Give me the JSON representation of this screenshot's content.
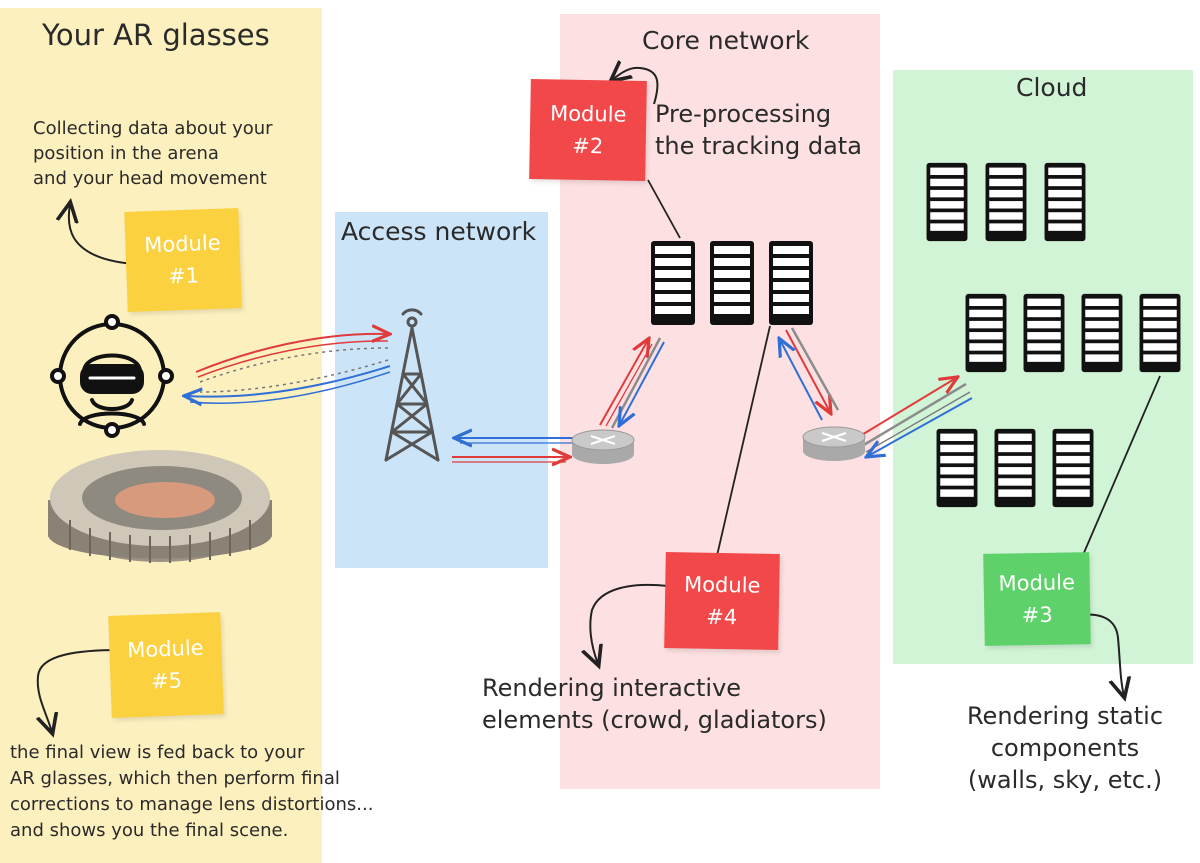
{
  "zones": {
    "ar_glasses": {
      "title": "Your AR glasses",
      "color": "#fdf0bf"
    },
    "access": {
      "title": "Access network",
      "color": "#cce4f8"
    },
    "core": {
      "title": "Core network",
      "color": "#fde0e1"
    },
    "cloud": {
      "title": "Cloud",
      "color": "#d2f4d6"
    }
  },
  "modules": {
    "m1": {
      "line1": "Module",
      "line2": "#1",
      "color": "#fcd13f"
    },
    "m2": {
      "line1": "Module",
      "line2": "#2",
      "color": "#f2484a"
    },
    "m3": {
      "line1": "Module",
      "line2": "#3",
      "color": "#5fd16b"
    },
    "m4": {
      "line1": "Module",
      "line2": "#4",
      "color": "#f2484a"
    },
    "m5": {
      "line1": "Module",
      "line2": "#5",
      "color": "#fcd13f"
    }
  },
  "notes": {
    "m1": [
      "Collecting data about your",
      "position in the arena",
      "and your head movement"
    ],
    "m2": [
      "Pre-processing",
      "the tracking data"
    ],
    "m4": [
      "Rendering interactive",
      "elements (crowd, gladiators)"
    ],
    "m3": [
      "Rendering static",
      "components",
      "(walls, sky, etc.)"
    ],
    "m5": [
      "the final view is fed back to your",
      "AR glasses, which then perform final",
      "corrections to manage lens distortions...",
      "and shows you the final scene."
    ]
  },
  "icons": {
    "headset": "vr-headset-user-icon",
    "arena": "arena-illustration",
    "tower": "cell-tower-icon",
    "router": "router-icon",
    "server": "server-rack-icon"
  },
  "link_colors": {
    "uplink": "#e03b3b",
    "downlink": "#2f6fd6",
    "backhaul": "#8c8c8c"
  }
}
